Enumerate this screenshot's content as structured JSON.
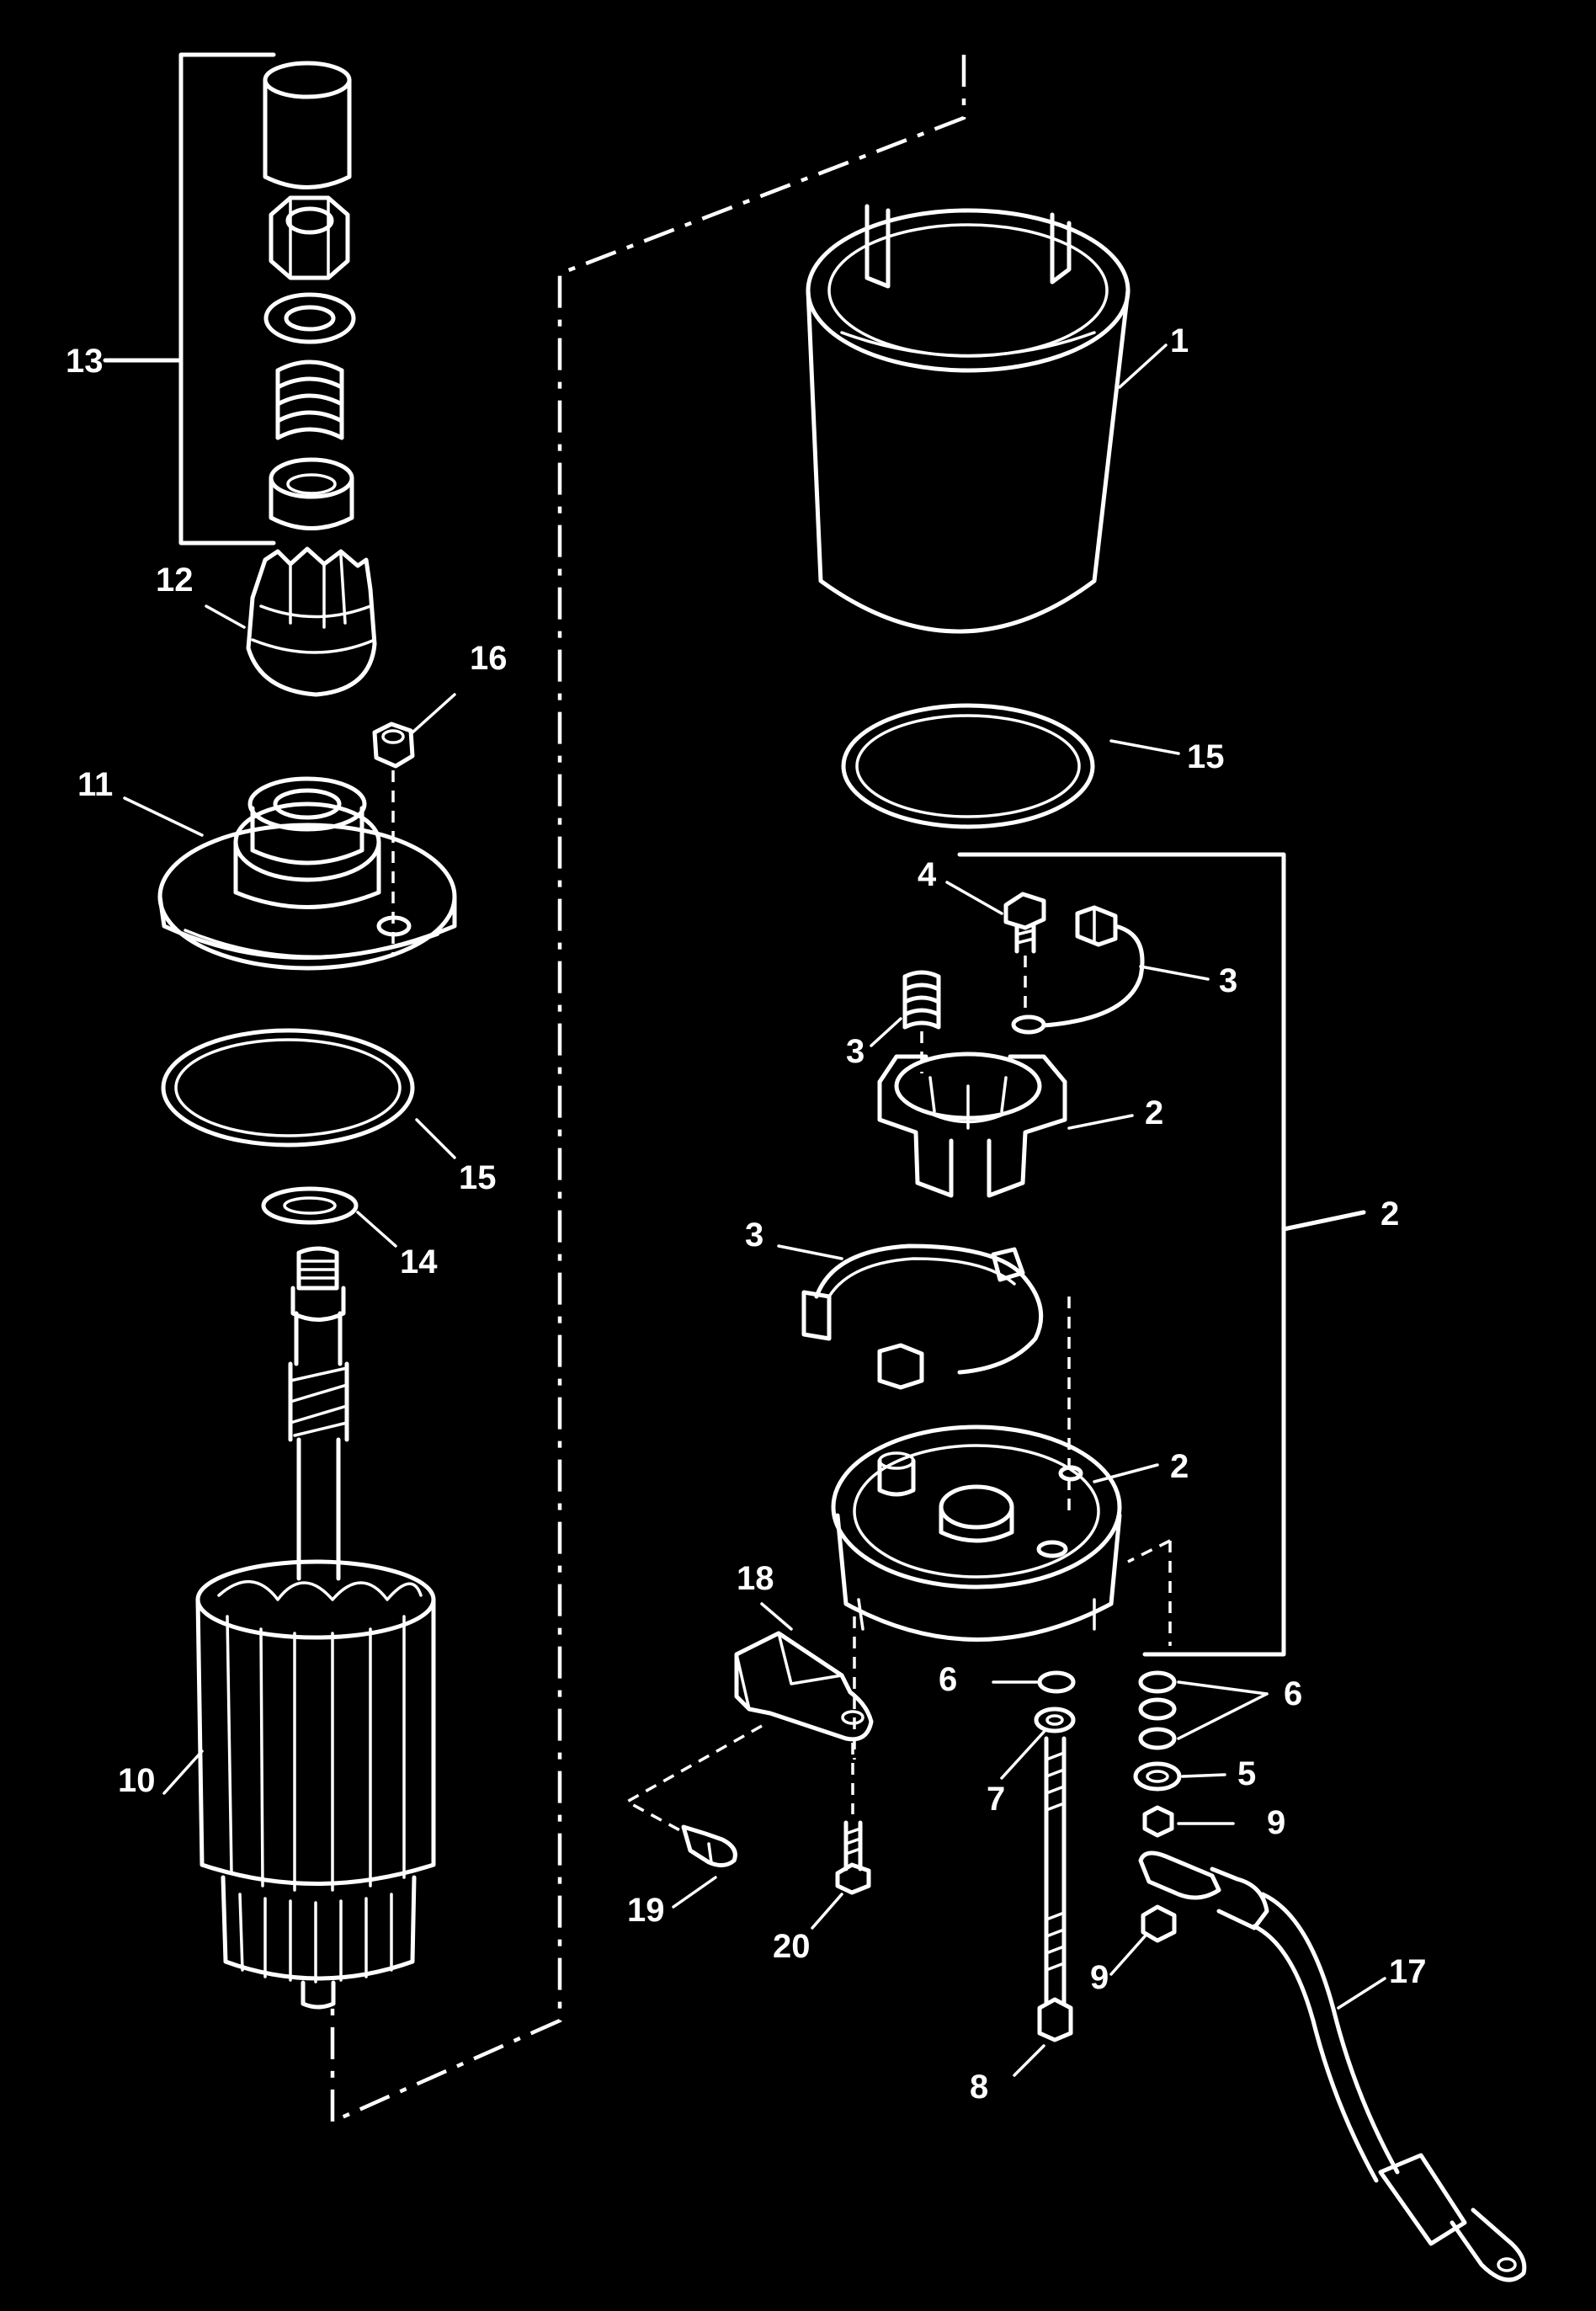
{
  "labels": {
    "l1": "1",
    "l2a": "2",
    "l2b": "2",
    "l2c": "2",
    "l3a": "3",
    "l3b": "3",
    "l3c": "3",
    "l4": "4",
    "l5": "5",
    "l6a": "6",
    "l6b": "6",
    "l7": "7",
    "l8": "8",
    "l9a": "9",
    "l9b": "9",
    "l10": "10",
    "l11": "11",
    "l12": "12",
    "l13": "13",
    "l14": "14",
    "l15a": "15",
    "l15b": "15",
    "l16": "16",
    "l17": "17",
    "l18": "18",
    "l19": "19",
    "l20": "20"
  },
  "colors": {
    "background": "#000000",
    "line": "#ffffff"
  }
}
